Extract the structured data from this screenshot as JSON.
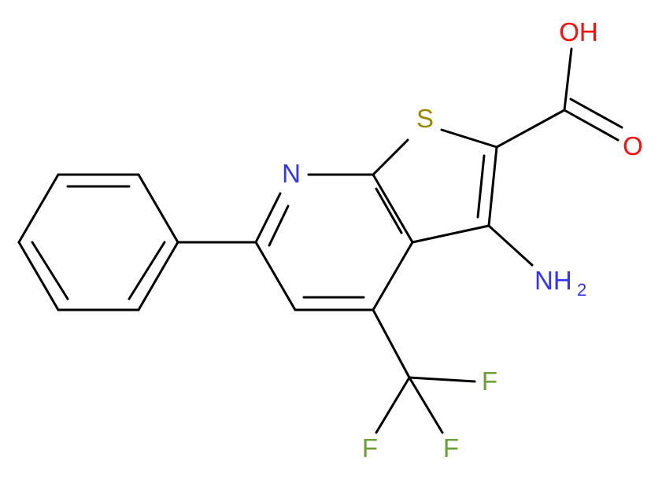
{
  "molecule": {
    "atoms": [
      {
        "id": "N_pyridine",
        "symbol": "N",
        "color": "#3333ff"
      },
      {
        "id": "S_thiophene",
        "symbol": "S",
        "color": "#998800"
      },
      {
        "id": "O_hydroxyl",
        "symbol": "OH",
        "color": "#ff0d0d"
      },
      {
        "id": "O_carbonyl",
        "symbol": "O",
        "color": "#ff0d0d"
      },
      {
        "id": "N_amino",
        "symbol": "NH",
        "subscript": "2",
        "color": "#3333ff"
      },
      {
        "id": "F1",
        "symbol": "F",
        "color": "#6aa334"
      },
      {
        "id": "F2",
        "symbol": "F",
        "color": "#6aa334"
      },
      {
        "id": "F3",
        "symbol": "F",
        "color": "#6aa334"
      }
    ],
    "bond_color": "#000000"
  }
}
